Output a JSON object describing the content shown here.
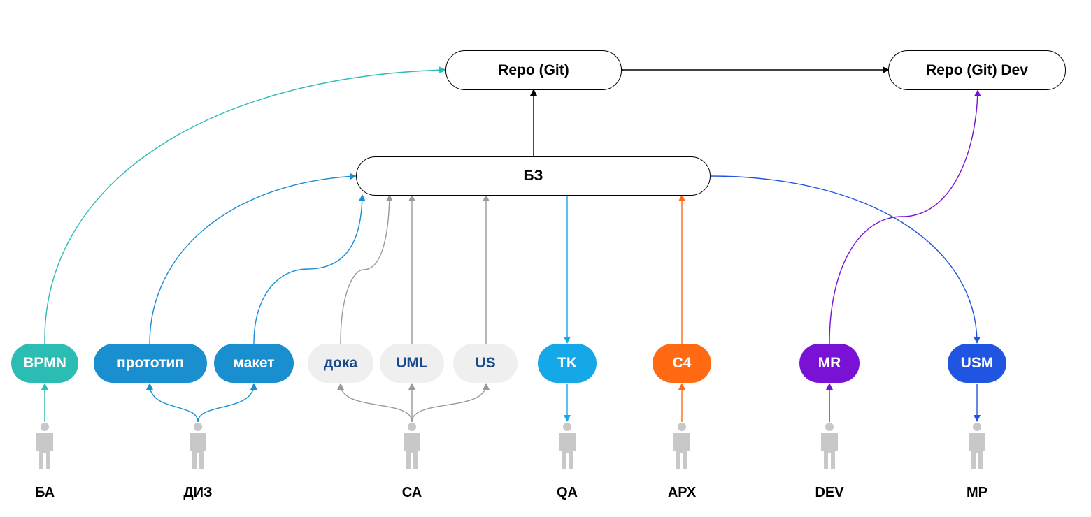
{
  "nodes": {
    "repo": "Repo (Git)",
    "repo_dev": "Repo (Git) Dev",
    "kb": "БЗ"
  },
  "artifacts": {
    "bpmn": "BPMN",
    "prototype": "прототип",
    "mockup": "макет",
    "doka": "дока",
    "uml": "UML",
    "us": "US",
    "tk": "TK",
    "c4": "C4",
    "mr": "MR",
    "usm": "USM"
  },
  "roles": {
    "ba": "БА",
    "diz": "ДИЗ",
    "sa": "СА",
    "qa": "QA",
    "arch": "АРХ",
    "dev": "DEV",
    "mp": "МР"
  },
  "colors": {
    "ba": "#2bbcb3",
    "design": "#1a8fd0",
    "gray_fill": "#efefef",
    "gray_text": "#1a4a8c",
    "gray_line": "#9a9a9a",
    "qa": "#14a8e8",
    "arch": "#ff6a13",
    "dev": "#7a12d6",
    "mp": "#1f55e0",
    "person": "#c8c8c8"
  },
  "icons": {
    "person": "person-icon"
  }
}
